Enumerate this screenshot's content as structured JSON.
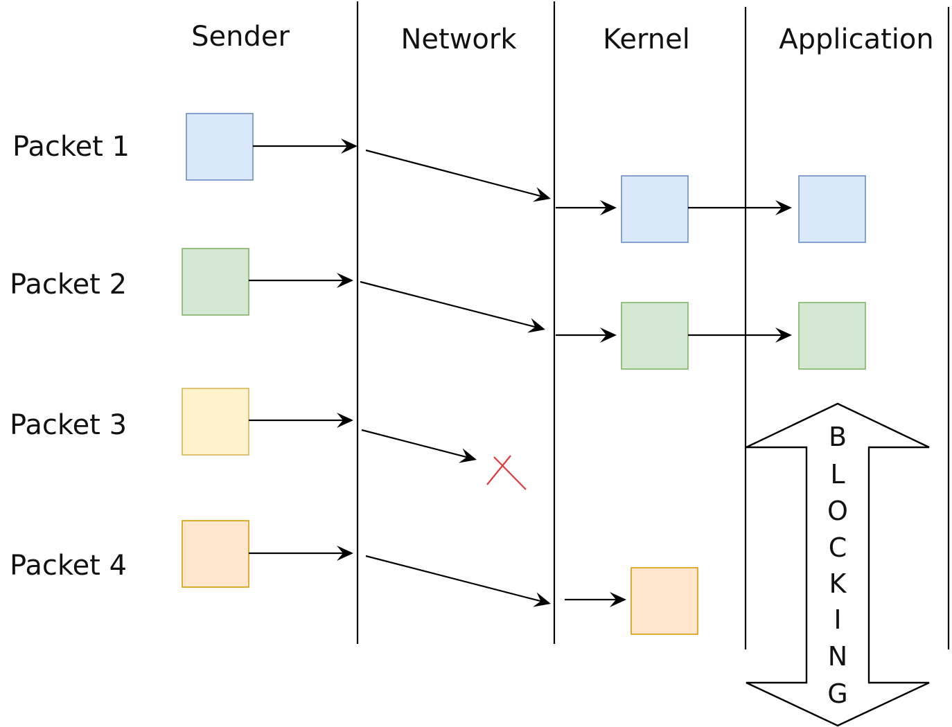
{
  "lanes": {
    "sender": "Sender",
    "network": "Network",
    "kernel": "Kernel",
    "application": "Application"
  },
  "packets": [
    {
      "label": "Packet 1",
      "fill": "#dae8fc",
      "stroke": "#6c8ebf"
    },
    {
      "label": "Packet 2",
      "fill": "#d5e8d4",
      "stroke": "#82b366"
    },
    {
      "label": "Packet 3",
      "fill": "#fff2cc",
      "stroke": "#d6b656"
    },
    {
      "label": "Packet 4",
      "fill": "#ffe6cc",
      "stroke": "#d79b00"
    }
  ],
  "blocking": {
    "letters": [
      "B",
      "L",
      "O",
      "C",
      "K",
      "I",
      "N",
      "G"
    ]
  },
  "colors": {
    "loss_mark": "#e0393e"
  }
}
